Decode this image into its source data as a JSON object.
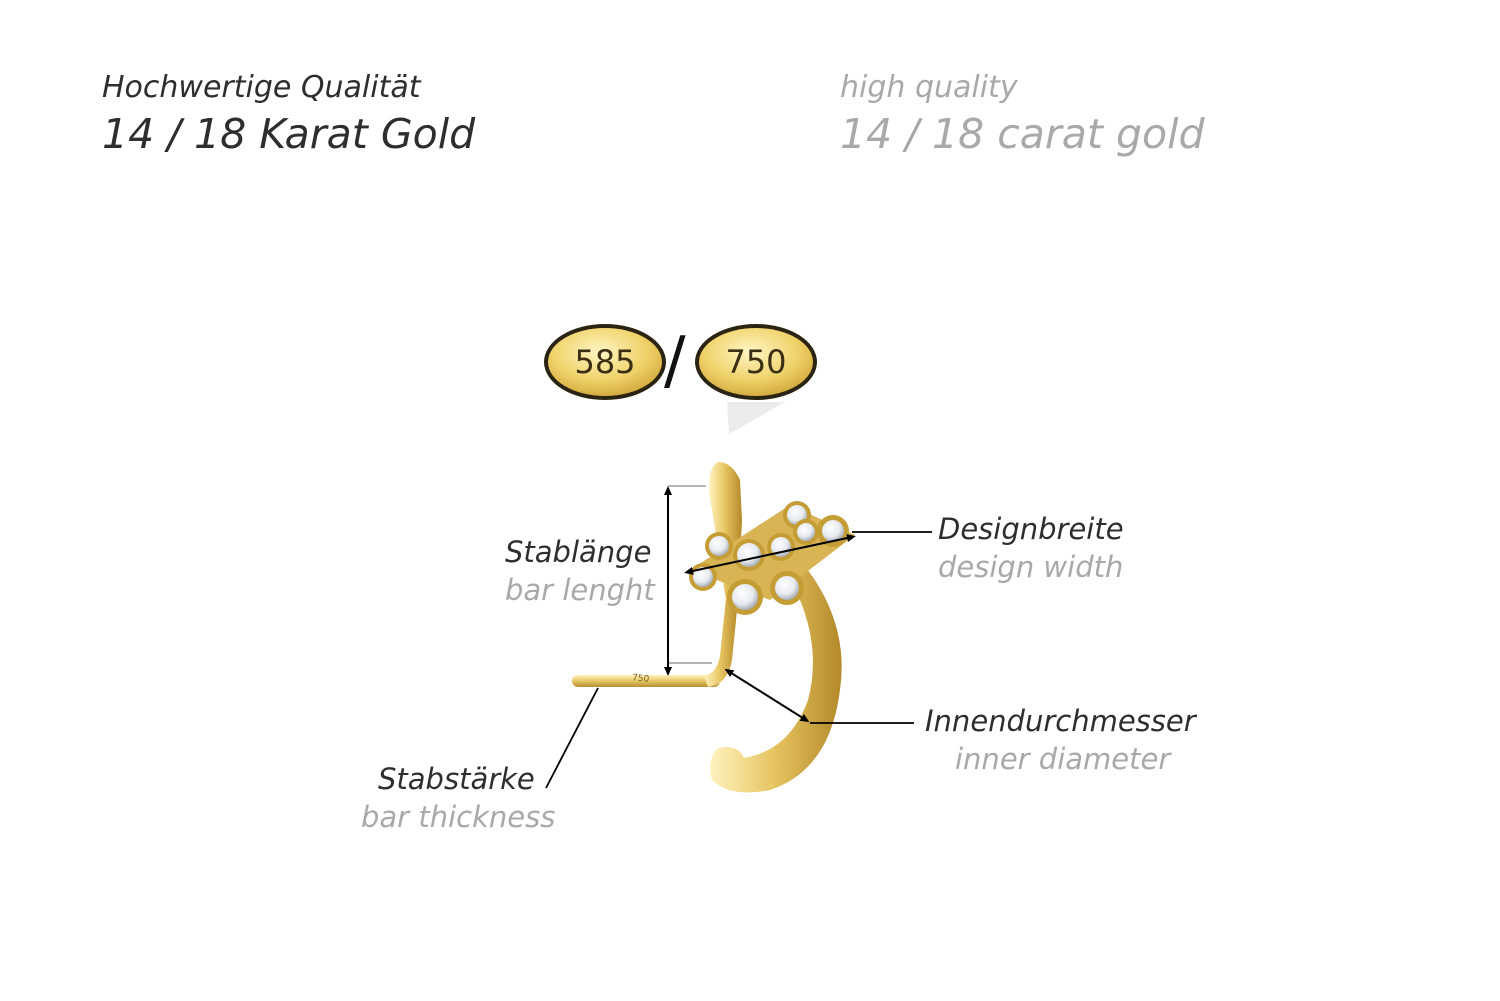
{
  "header": {
    "german": {
      "line1": "Hochwertige Qualität",
      "line2": "14 / 18 Karat Gold"
    },
    "english": {
      "line1": "high quality",
      "line2": "14 / 18 carat gold"
    }
  },
  "hallmarks": {
    "first": "585",
    "separator": "/",
    "second": "750",
    "stamp_on_bar": "750"
  },
  "labels": {
    "bar_length": {
      "de": "Stablänge",
      "en": "bar lenght"
    },
    "design_width": {
      "de": "Designbreite",
      "en": "design width"
    },
    "inner_diameter": {
      "de": "Innendurchmesser",
      "en": "inner diameter"
    },
    "bar_thickness": {
      "de": "Stabstärke",
      "en": "bar thickness"
    }
  },
  "colors": {
    "gold": "#e6c86a",
    "gold_dark": "#b8912c",
    "german_text": "#2e2e2e",
    "english_text": "#a9a9a9"
  }
}
